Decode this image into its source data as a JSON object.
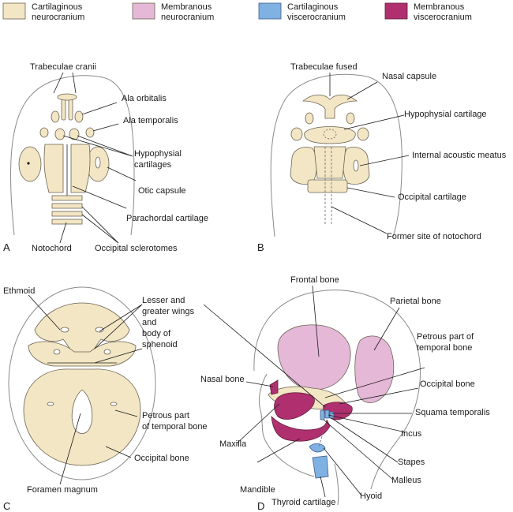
{
  "legend": [
    {
      "line1": "Cartilaginous",
      "line2": "neurocranium",
      "color": "#f2e6c4"
    },
    {
      "line1": "Membranous",
      "line2": "neurocranium",
      "color": "#e4b8d6"
    },
    {
      "line1": "Cartilaginous",
      "line2": "viscerocranium",
      "color": "#7fb1e3"
    },
    {
      "line1": "Membranous",
      "line2": "viscerocranium",
      "color": "#b0306f"
    }
  ],
  "panels": {
    "a": {
      "letter": "A",
      "labels": {
        "trabeculae_cranii": "Trabeculae cranii",
        "ala_orbitalis": "Ala orbitalis",
        "ala_temporalis": "Ala temporalis",
        "hypophysial_1": "Hypophysial",
        "hypophysial_2": "cartilages",
        "otic_capsule": "Otic capsule",
        "parachordal": "Parachordal cartilage",
        "notochord": "Notochord",
        "occipital_sclerotomes": "Occipital sclerotomes"
      }
    },
    "b": {
      "letter": "B",
      "labels": {
        "trabeculae_fused": "Trabeculae fused",
        "nasal_capsule": "Nasal capsule",
        "hypophysial_cartilage": "Hypophysial cartilage",
        "internal_acoustic": "Internal acoustic meatus",
        "occipital_cartilage": "Occipital cartilage",
        "former_notochord": "Former site of notochord"
      }
    },
    "c": {
      "letter": "C",
      "labels": {
        "ethmoid": "Ethmoid",
        "lesser_1": "Lesser and",
        "lesser_2": "greater wings",
        "lesser_3": "and",
        "lesser_4": "body of",
        "lesser_5": "sphenoid",
        "petrous_1": "Petrous part",
        "petrous_2": "of temporal bone",
        "occipital_bone": "Occipital bone",
        "foramen_magnum": "Foramen magnum"
      }
    },
    "d": {
      "letter": "D",
      "labels": {
        "frontal_bone": "Frontal bone",
        "parietal_bone": "Parietal bone",
        "petrous_1": "Petrous part of",
        "petrous_2": "temporal bone",
        "nasal_bone": "Nasal bone",
        "occipital_bone": "Occipital bone",
        "squama": "Squama temporalis",
        "incus": "Incus",
        "maxilla": "Maxilla",
        "stapes": "Stapes",
        "malleus": "Malleus",
        "mandible": "Mandible",
        "hyoid": "Hyoid",
        "thyroid": "Thyroid cartilage"
      }
    }
  }
}
